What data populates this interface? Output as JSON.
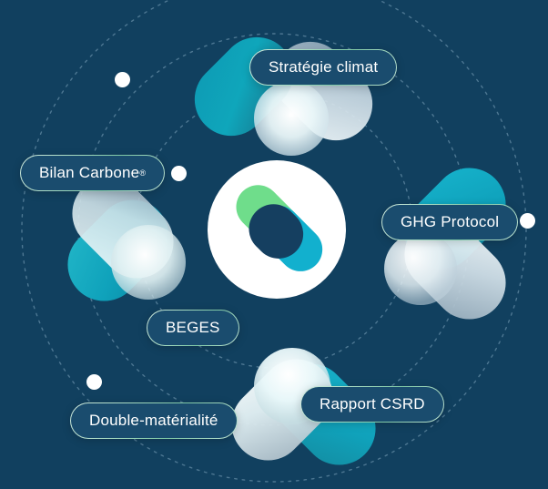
{
  "diagram": {
    "title": "Carbon accounting frameworks orbit diagram",
    "background_color": "#11405f",
    "center": {
      "name": "brand-logo",
      "circle_color": "#ffffff",
      "shapes": [
        {
          "name": "logo-capsule-green",
          "color": "#6fdd8b"
        },
        {
          "name": "logo-capsule-cyan",
          "color": "#12b0ce"
        },
        {
          "name": "logo-capsule-navy",
          "color": "#153f60"
        }
      ]
    },
    "labels": [
      {
        "id": "strategie",
        "text": "Stratégie climat",
        "has_registered_mark": false
      },
      {
        "id": "bilan",
        "text": "Bilan Carbone",
        "has_registered_mark": true,
        "mark": "®"
      },
      {
        "id": "ghg",
        "text": "GHG Protocol",
        "has_registered_mark": false
      },
      {
        "id": "beges",
        "text": "BEGES",
        "has_registered_mark": false
      },
      {
        "id": "csrd",
        "text": "Rapport CSRD",
        "has_registered_mark": false
      },
      {
        "id": "double",
        "text": "Double-matérialité",
        "has_registered_mark": false
      }
    ],
    "dots": [
      {
        "id": "dot-top-left",
        "color": "#ffffff"
      },
      {
        "id": "dot-mid-left",
        "color": "#ffffff"
      },
      {
        "id": "dot-right",
        "color": "#ffffff"
      },
      {
        "id": "dot-bottom-left",
        "color": "#ffffff"
      }
    ],
    "orbits": [
      {
        "id": "orbit-inner",
        "style": "dashed"
      },
      {
        "id": "orbit-middle",
        "style": "dashed"
      },
      {
        "id": "orbit-outer",
        "style": "dashed"
      }
    ],
    "capsules": [
      {
        "id": "capsule-top-teal",
        "color": "#0f9fb5"
      },
      {
        "id": "capsule-top-light",
        "color": "#d9e6ee"
      },
      {
        "id": "capsule-left-teal",
        "color": "#12a6bd"
      },
      {
        "id": "capsule-left-light",
        "color": "#e8f3f5"
      },
      {
        "id": "capsule-right-teal",
        "color": "#11a8c4"
      },
      {
        "id": "capsule-right-light",
        "color": "#dfe9ef"
      },
      {
        "id": "capsule-bottom-teal",
        "color": "#13a9c2"
      },
      {
        "id": "capsule-bottom-light",
        "color": "#eef8fa"
      }
    ],
    "accent_colors": {
      "teal": "#12a6bd",
      "green": "#6fdd8b",
      "navy": "#153f60",
      "pill_border": "#9fd8bc"
    }
  }
}
